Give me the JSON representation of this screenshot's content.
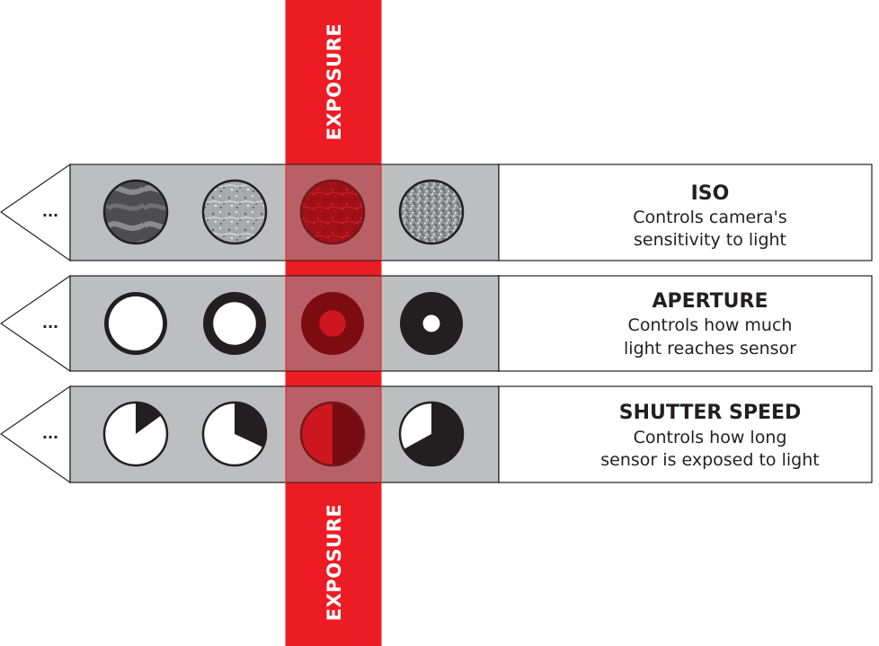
{
  "exposure": {
    "label_top": "EXPOSURE",
    "label_bottom": "EXPOSURE"
  },
  "colors": {
    "exposure_red": "#ed1c24",
    "overlay_red": "#b5121b",
    "track_gray": "#bcbec0",
    "ink": "#231f20"
  },
  "rows": [
    {
      "id": "iso",
      "title": "ISO",
      "description": [
        "Controls camera's",
        "sensitivity to light"
      ],
      "left_more": "...",
      "right_more": "..."
    },
    {
      "id": "aperture",
      "title": "APERTURE",
      "description": [
        "Controls how much",
        "light reaches sensor"
      ],
      "left_more": "...",
      "right_more": "...",
      "opening_fractions": [
        0.86,
        0.68,
        0.42,
        0.27
      ]
    },
    {
      "id": "shutter",
      "title": "SHUTTER SPEED",
      "description": [
        "Controls how long",
        "sensor is exposed to light"
      ],
      "left_more": "...",
      "right_more": "...",
      "dark_fractions": [
        0.15,
        0.32,
        0.5,
        0.67
      ]
    }
  ]
}
